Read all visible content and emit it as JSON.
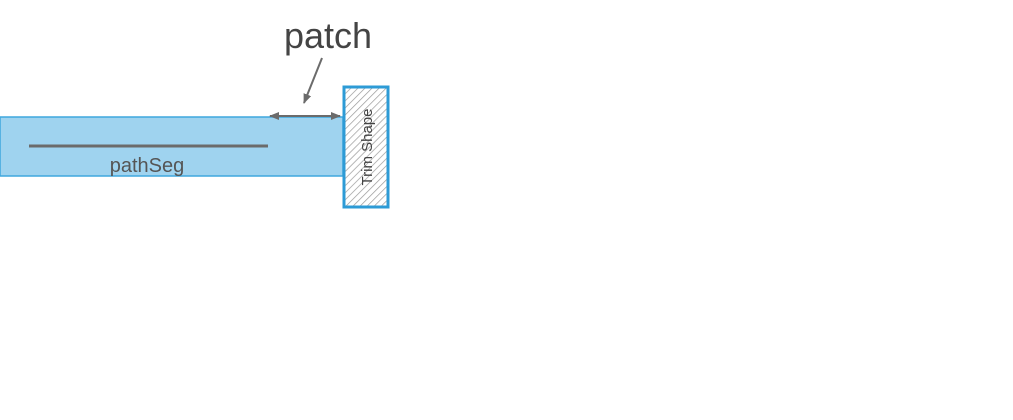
{
  "labels": {
    "patch": "patch",
    "path_segment": "pathSeg",
    "trim_shape": "Trim Shape"
  },
  "colors": {
    "background": "#ffffff",
    "path_fill": "#9fd3ef",
    "path_border": "#3fa7dd",
    "segment_line": "#6b6b6b",
    "arrow": "#6b6b6b",
    "trim_border": "#2d9bd6",
    "trim_hatch": "#9a9a9a",
    "label_text": "#555555"
  }
}
